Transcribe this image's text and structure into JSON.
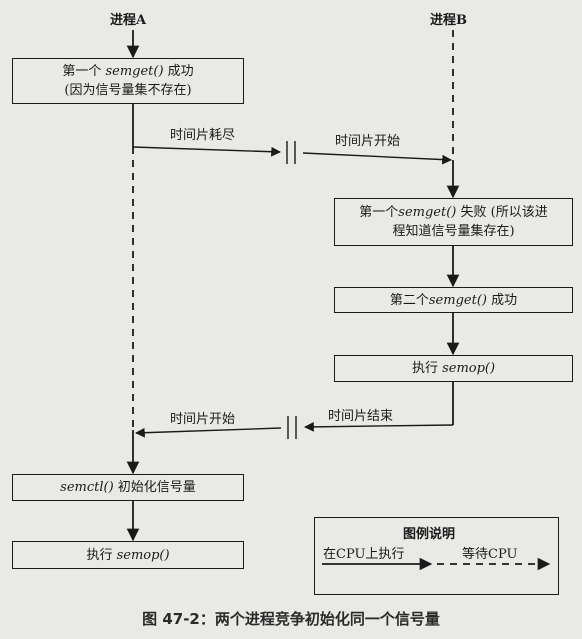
{
  "processes": {
    "a": "进程A",
    "b": "进程B"
  },
  "boxes": {
    "a1": {
      "line1_pre": "第一个 ",
      "line1_func": "semget()",
      "line1_post": " 成功",
      "line2": "(因为信号量集不存在)"
    },
    "b1": {
      "line1_pre": "第一个",
      "line1_func": "semget()",
      "line1_post": " 失败 (所以该进",
      "line2": "程知道信号量集存在)"
    },
    "b2": {
      "pre": "第二个",
      "func": "semget()",
      "post": " 成功"
    },
    "b3": {
      "pre": "执行 ",
      "func": "semop()"
    },
    "a2": {
      "func": "semctl()",
      "post": " 初始化信号量"
    },
    "a3": {
      "pre": "执行 ",
      "func": "semop()"
    }
  },
  "transitions": {
    "slice_exhausted": "时间片耗尽",
    "slice_start_b": "时间片开始",
    "slice_end": "时间片结束",
    "slice_start_a": "时间片开始"
  },
  "legend": {
    "title": "图例说明",
    "running": "在CPU上执行",
    "waiting": "等待CPU"
  },
  "caption": "图 47-2：两个进程竞争初始化同一个信号量"
}
